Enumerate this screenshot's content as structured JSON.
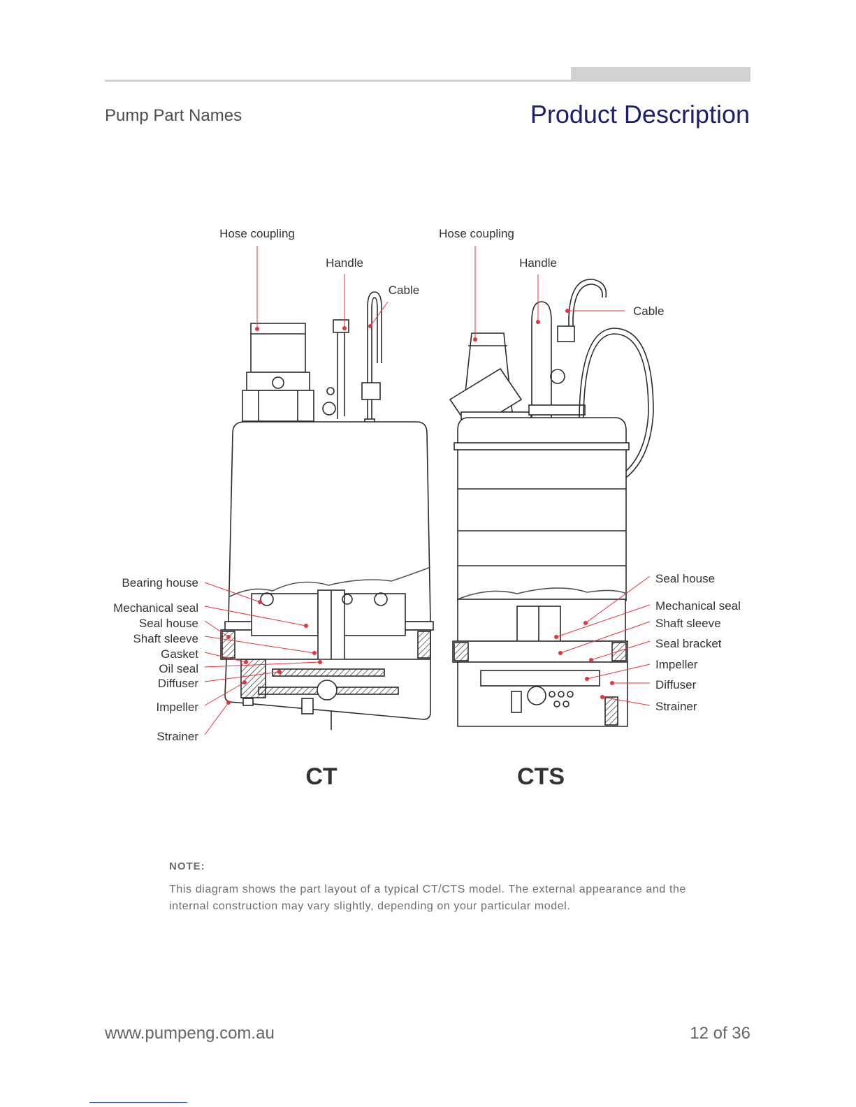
{
  "header": {
    "section_title": "Pump Part Names",
    "page_heading": "Product Description"
  },
  "colors": {
    "heading": "#1b1f6e",
    "leader_line": "#e5323b",
    "rule": "#cfd1d2",
    "body_text": "#6d6d6d"
  },
  "diagram": {
    "ct": {
      "model": "CT",
      "labels": {
        "hose_coupling": "Hose coupling",
        "handle": "Handle",
        "cable": "Cable",
        "bearing_house": "Bearing house",
        "mechanical_seal": "Mechanical seal",
        "seal_house": "Seal house",
        "shaft_sleeve": "Shaft sleeve",
        "gasket": "Gasket",
        "oil_seal": "Oil seal",
        "diffuser": "Diffuser",
        "impeller": "Impeller",
        "strainer": "Strainer"
      }
    },
    "cts": {
      "model": "CTS",
      "labels": {
        "hose_coupling": "Hose coupling",
        "handle": "Handle",
        "cable": "Cable",
        "seal_house": "Seal house",
        "mechanical_seal": "Mechanical seal",
        "shaft_sleeve": "Shaft sleeve",
        "seal_bracket": "Seal bracket",
        "impeller": "Impeller",
        "diffuser": "Diffuser",
        "strainer": "Strainer"
      }
    }
  },
  "note": {
    "title": "NOTE:",
    "text": "This diagram shows the part layout of a typical CT/CTS model. The external appearance and the internal construction may vary slightly, depending on your particular model."
  },
  "footer": {
    "url": "www.pumpeng.com.au",
    "page": "12 of 36"
  }
}
